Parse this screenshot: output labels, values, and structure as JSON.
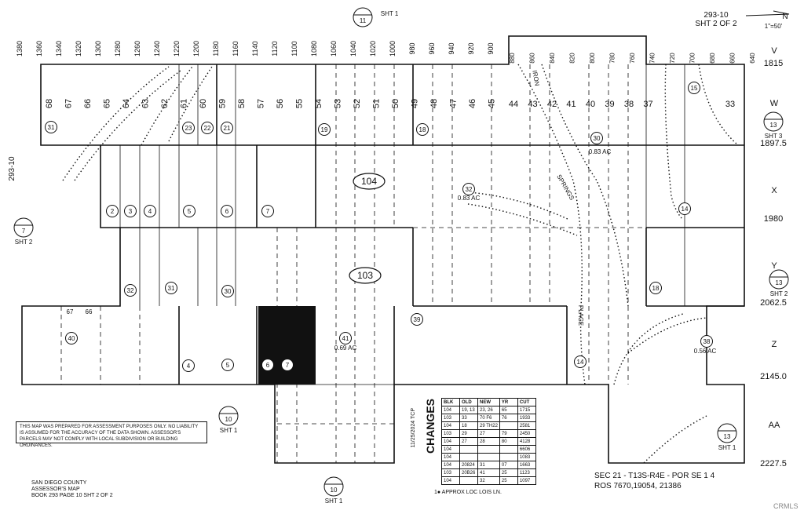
{
  "header": {
    "map_number": "293-10",
    "sheet": "SHT 2 OF 2",
    "north": "N",
    "scale": "1\"=50'",
    "side_label": "293-10"
  },
  "top_ticks": [
    "1380",
    "1360",
    "1340",
    "1320",
    "1300",
    "1280",
    "1260",
    "1240",
    "1220",
    "1200",
    "1180",
    "1160",
    "1140",
    "1120",
    "1100",
    "1080",
    "1060",
    "1040",
    "1020",
    "1000",
    "980",
    "960",
    "940",
    "920",
    "900"
  ],
  "top_ticks_small": [
    "880",
    "860",
    "840",
    "820",
    "800",
    "780",
    "760",
    "740",
    "720",
    "700",
    "680",
    "660",
    "640"
  ],
  "top_lots": [
    "68",
    "67",
    "66",
    "65",
    "64",
    "63",
    "62",
    "61",
    "60",
    "59",
    "58",
    "57",
    "56",
    "55",
    "54",
    "53",
    "52",
    "51",
    "50",
    "49",
    "48",
    "47",
    "46",
    "45",
    "44",
    "43",
    "42",
    "41",
    "40",
    "39",
    "38",
    "37",
    "33"
  ],
  "right_rows": [
    {
      "letter": "V",
      "value": "1815"
    },
    {
      "letter": "W",
      "value": "1897.5"
    },
    {
      "letter": "X",
      "value": "1980"
    },
    {
      "letter": "Y",
      "value": "2062.5"
    },
    {
      "letter": "Z",
      "value": "2145.0"
    },
    {
      "letter": "AA",
      "value": "2227.5"
    }
  ],
  "sheet_refs": [
    {
      "num": "11",
      "label": "SHT 1"
    },
    {
      "num": "7",
      "label": "SHT 2"
    },
    {
      "num": "13",
      "label": "SHT 3"
    },
    {
      "num": "13",
      "label": "SHT 2"
    },
    {
      "num": "10",
      "label": "SHT 1"
    },
    {
      "num": "10",
      "label": "SHT 1"
    },
    {
      "num": "13",
      "label": "SHT 1"
    }
  ],
  "blocks": [
    "104",
    "103"
  ],
  "parcels": {
    "p31": "31",
    "p23": "23",
    "p22": "22",
    "p21": "21",
    "p19": "19",
    "p18": "18",
    "p30": "30",
    "p15": "15",
    "p2": "2",
    "p3": "3",
    "p4": "4",
    "p5": "5",
    "p6": "6",
    "p7": "7",
    "p32": "32",
    "p32_ac": "0.83 AC",
    "p30_ac": "0.83 AC",
    "p14": "14",
    "p32b": "32",
    "p31b": "31",
    "p30b": "30",
    "p18b": "18",
    "p40": "40",
    "p4b": "4",
    "p5b": "5",
    "p6b": "6",
    "p7b": "7",
    "p41": "41",
    "p41_ac": "0.69 AC",
    "p39": "39",
    "p14b": "14",
    "p38": "38",
    "p38_ac": "0.56 AC",
    "lot67": "67",
    "lot66": "66"
  },
  "streets": [
    "IRON",
    "SPRINGS",
    "PLACE"
  ],
  "disclaimer": "THIS MAP WAS PREPARED FOR ASSESSMENT PURPOSES ONLY. NO LIABILITY IS ASSUMED FOR THE ACCURACY OF THE DATA SHOWN. ASSESSOR'S PARCELS MAY NOT COMPLY WITH LOCAL SUBDIVISION OR BUILDING ORDINANCES.",
  "county": {
    "line1": "SAN DIEGO COUNTY",
    "line2": "ASSESSOR'S MAP",
    "line3": "BOOK 293 PAGE 10 SHT 2 OF 2"
  },
  "changes": {
    "title": "CHANGES",
    "date": "11/25/2024 TCP",
    "headers": [
      "BLK",
      "OLD",
      "NEW",
      "YR",
      "CUT"
    ],
    "rows": [
      [
        "104",
        "19, 13",
        "23, 26",
        "65",
        "1715"
      ],
      [
        "103",
        "33",
        "70 F6",
        "76",
        "1933"
      ],
      [
        "104",
        "18",
        "29 TH22",
        "",
        "2581"
      ],
      [
        "103",
        "29",
        "27",
        "79",
        "2450"
      ],
      [
        "104",
        "27",
        "28",
        "80",
        "4128"
      ],
      [
        "104",
        "",
        "",
        "",
        "6606"
      ],
      [
        "104",
        "",
        "",
        "",
        "1083"
      ],
      [
        "104",
        "20824",
        "31",
        "07",
        "1663"
      ],
      [
        "103",
        "20B26",
        "41",
        "25",
        "1123"
      ],
      [
        "104",
        "",
        "32",
        "25",
        "1097"
      ]
    ]
  },
  "section": {
    "line1": "SEC 21 - T13S-R4E - POR SE 1 4",
    "line2": "ROS 7670,19054, 21386"
  },
  "note": "1● APPROX LOC LOIS LN.",
  "watermark": "CRMLS"
}
